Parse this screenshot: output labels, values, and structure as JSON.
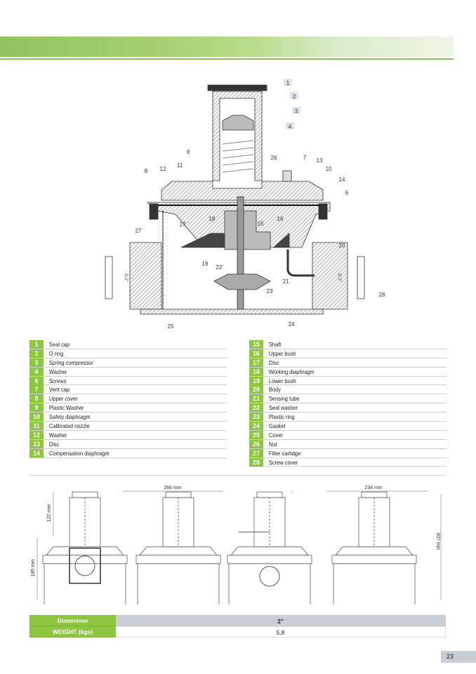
{
  "callouts": [
    "1",
    "2",
    "3",
    "4",
    "6",
    "7",
    "8",
    "9",
    "10",
    "11",
    "12",
    "13",
    "14",
    "15",
    "16",
    "17",
    "18",
    "19",
    "20",
    "21",
    "22",
    "23",
    "24",
    "25",
    "26",
    "27",
    "28"
  ],
  "thread_label": "G 2\"",
  "parts_left": [
    {
      "n": "1",
      "label": "Seal cap"
    },
    {
      "n": "2",
      "label": "O ring"
    },
    {
      "n": "3",
      "label": "Spring compressor"
    },
    {
      "n": "4",
      "label": "Washer"
    },
    {
      "n": "6",
      "label": "Screws"
    },
    {
      "n": "7",
      "label": "Vent cap"
    },
    {
      "n": "8",
      "label": "Upper cover"
    },
    {
      "n": "9",
      "label": "Plastic Washer"
    },
    {
      "n": "10",
      "label": "Safety diaphragm"
    },
    {
      "n": "11",
      "label": "Calibrated nozzle"
    },
    {
      "n": "12",
      "label": "Washer"
    },
    {
      "n": "13",
      "label": "Disc"
    },
    {
      "n": "14",
      "label": "Compensation diaphragm"
    }
  ],
  "parts_right": [
    {
      "n": "15",
      "label": "Shaft"
    },
    {
      "n": "16",
      "label": "Upper bush"
    },
    {
      "n": "17",
      "label": "Disc"
    },
    {
      "n": "18",
      "label": "Working diaphragm"
    },
    {
      "n": "19",
      "label": "Lower bush"
    },
    {
      "n": "20",
      "label": "Body"
    },
    {
      "n": "21",
      "label": "Sensing tube"
    },
    {
      "n": "22",
      "label": "Seal washer"
    },
    {
      "n": "23",
      "label": "Plastic ring"
    },
    {
      "n": "24",
      "label": "Gasket"
    },
    {
      "n": "25",
      "label": "Cover"
    },
    {
      "n": "26",
      "label": "Nut"
    },
    {
      "n": "27",
      "label": "Filter cartidge"
    },
    {
      "n": "28",
      "label": "Screw cover"
    }
  ],
  "dimensions": {
    "top_height": "122 mm",
    "body_height": "185 mm",
    "width_side": "266 mm",
    "width_back": "234 mm",
    "total_height": "307 mm"
  },
  "table": {
    "dimension_header": "Dimension",
    "dimension_value": "2\"",
    "weight_header": "WEIGHT (kgs)",
    "weight_value": "5,8"
  },
  "page_number": "23",
  "colors": {
    "accent": "#8dc63f",
    "table_gray": "#c9ced4"
  }
}
